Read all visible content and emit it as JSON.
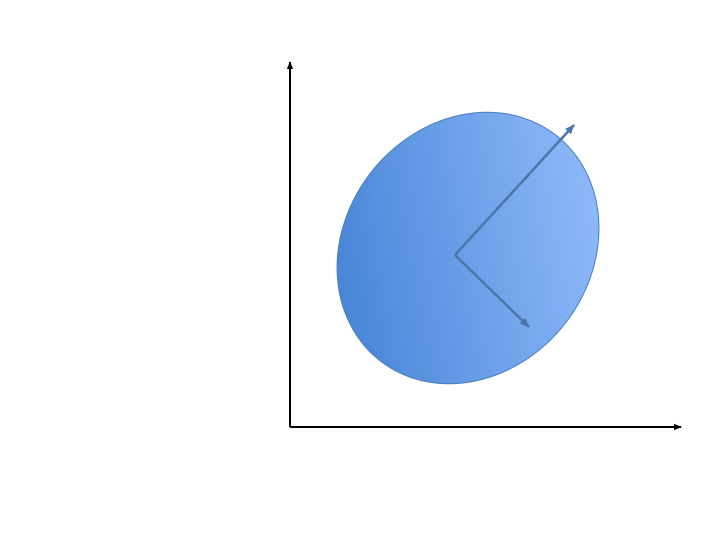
{
  "diagram": {
    "description_type": "covariance-ellipse-with-principal-axes",
    "colors": {
      "background": "#ffffff",
      "axis": "#000000",
      "ellipse_fill_light": "#9CC3FF",
      "ellipse_fill_dark": "#3F7FD3",
      "ellipse_stroke": "#4A7EBB",
      "vector": "#4A76A8"
    },
    "icons": {
      "axis_arrowhead": "triangle-arrowhead",
      "vector_arrowhead": "triangle-arrowhead"
    }
  }
}
